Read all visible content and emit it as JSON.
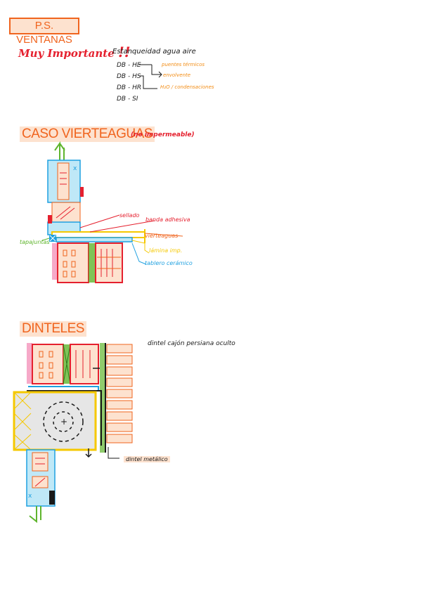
{
  "title": "P.S. VENTANAS",
  "important": {
    "label": "Muy Importante",
    "marks": "!!",
    "headline": "Estanqueidad agua aire",
    "codes": [
      "DB - HE",
      "DB - HS",
      "DB - HR",
      "DB - SI"
    ],
    "notes": [
      "puentes térmicos",
      "envolvente",
      "H₂O / condensaciones"
    ]
  },
  "section1": {
    "title": "CASO VIERTEAGUAS",
    "subtitle": "(no impermeable)",
    "labels": {
      "sellado": "sellado",
      "banda": "banda adhesiva",
      "vierteaguas": "vierteaguas",
      "lamina": "lámina imp.",
      "tablero": "tablero cerámico",
      "tapajuntas": "tapajuntas"
    }
  },
  "section2": {
    "title": "DINTELES",
    "note": "dintel cajón persiana oculto",
    "label_dintel": "dintel metálico"
  },
  "colors": {
    "orange": "#f0641e",
    "red": "#e5202e",
    "green": "#5fb52d",
    "blue": "#1ea0e0",
    "yellow": "#f5c800",
    "pink": "#f6a9c8"
  }
}
